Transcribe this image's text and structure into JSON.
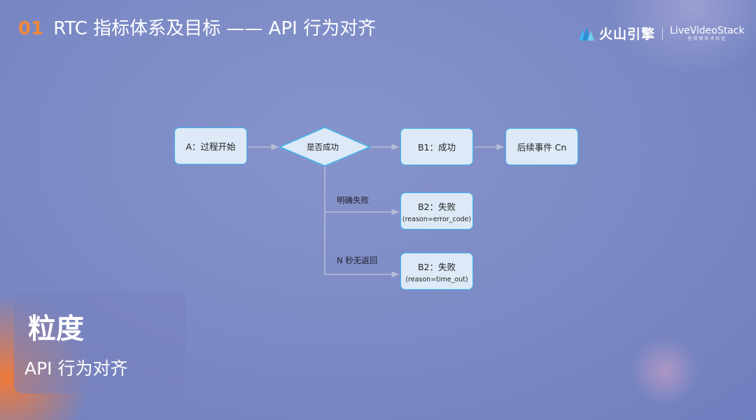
{
  "header": {
    "number": "01",
    "title": "RTC 指标体系及目标 —— API 行为对齐"
  },
  "logo": {
    "brand_cn": "火山引擎",
    "brand_en": "LiveVideoStack",
    "brand_sub": "音视频技术社区"
  },
  "diagram": {
    "start": "A：过程开始",
    "decision": "是否成功",
    "success": "B1：成功",
    "next": "后续事件 Cn",
    "fail_error": {
      "title": "B2：失败",
      "reason": "(reason=error_code)",
      "edge": "明确失败"
    },
    "fail_timeout": {
      "title": "B2：失败",
      "reason": "(reason=time_out)",
      "edge": "N 秒无返回"
    }
  },
  "card": {
    "heading": "粒度",
    "subtitle": "API 行为对齐"
  },
  "colors": {
    "accent": "#f0883c",
    "node_border": "#3fb6ef",
    "node_fill": "#dde9f6"
  }
}
